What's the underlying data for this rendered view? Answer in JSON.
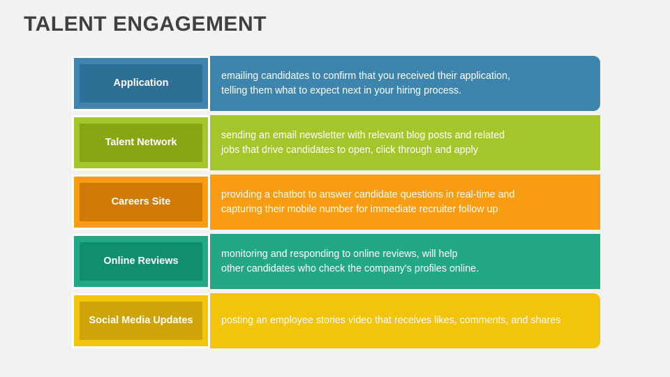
{
  "slide": {
    "title": "TALENT ENGAGEMENT",
    "background": "#f2f2f2",
    "title_color": "#404040"
  },
  "rows": [
    {
      "label": "Application",
      "bar_color": "#3d85ad",
      "inner_color": "#2e6f96",
      "lines": [
        "emailing candidates to confirm that you received their application,",
        "telling them what to expect next in your hiring process."
      ]
    },
    {
      "label": "Talent Network",
      "bar_color": "#a5c62b",
      "inner_color": "#8aa513",
      "lines": [
        "sending an email newsletter with relevant blog posts and related",
        "jobs that drive candidates to open, click through and apply"
      ]
    },
    {
      "label": "Careers Site",
      "bar_color": "#f89c11",
      "inner_color": "#cf7b05",
      "lines": [
        "providing a chatbot to answer candidate questions in real-time and",
        "capturing their mobile number for immediate recruiter follow up"
      ]
    },
    {
      "label": "Online Reviews",
      "bar_color": "#22a884",
      "inner_color": "#0f8f70",
      "lines": [
        "monitoring and responding to online reviews, will help",
        "other candidates who check the company's profiles online."
      ]
    },
    {
      "label": "Social Media Updates",
      "bar_color": "#f3c40c",
      "inner_color": "#cfa40a",
      "lines": [
        "posting an employee stories video that receives likes, comments, and shares"
      ]
    }
  ]
}
